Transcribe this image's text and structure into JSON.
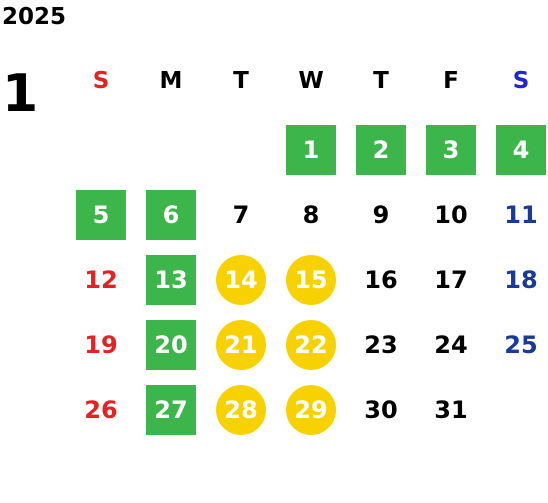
{
  "year": "2025",
  "month": "1",
  "colors": {
    "sunday": "#e52121",
    "saturday": "#1a3a9a",
    "weekday": "#000000",
    "green_highlight": "#3cb54a",
    "yellow_highlight": "#f8d200"
  },
  "weekdays": [
    {
      "label": "S",
      "color": "#e52121"
    },
    {
      "label": "M",
      "color": "#000000"
    },
    {
      "label": "T",
      "color": "#000000"
    },
    {
      "label": "W",
      "color": "#000000"
    },
    {
      "label": "T",
      "color": "#000000"
    },
    {
      "label": "F",
      "color": "#000000"
    },
    {
      "label": "S",
      "color": "#1e24d8"
    }
  ],
  "weeks": [
    [
      null,
      null,
      null,
      {
        "day": "1",
        "style": "green"
      },
      {
        "day": "2",
        "style": "green"
      },
      {
        "day": "3",
        "style": "green"
      },
      {
        "day": "4",
        "style": "green"
      }
    ],
    [
      {
        "day": "5",
        "style": "green"
      },
      {
        "day": "6",
        "style": "green"
      },
      {
        "day": "7",
        "style": "plain"
      },
      {
        "day": "8",
        "style": "plain"
      },
      {
        "day": "9",
        "style": "plain"
      },
      {
        "day": "10",
        "style": "plain"
      },
      {
        "day": "11",
        "style": "saturday"
      }
    ],
    [
      {
        "day": "12",
        "style": "sunday"
      },
      {
        "day": "13",
        "style": "green"
      },
      {
        "day": "14",
        "style": "yellow"
      },
      {
        "day": "15",
        "style": "yellow"
      },
      {
        "day": "16",
        "style": "plain"
      },
      {
        "day": "17",
        "style": "plain"
      },
      {
        "day": "18",
        "style": "saturday"
      }
    ],
    [
      {
        "day": "19",
        "style": "sunday"
      },
      {
        "day": "20",
        "style": "green"
      },
      {
        "day": "21",
        "style": "yellow"
      },
      {
        "day": "22",
        "style": "yellow"
      },
      {
        "day": "23",
        "style": "plain"
      },
      {
        "day": "24",
        "style": "plain"
      },
      {
        "day": "25",
        "style": "saturday"
      }
    ],
    [
      {
        "day": "26",
        "style": "sunday"
      },
      {
        "day": "27",
        "style": "green"
      },
      {
        "day": "28",
        "style": "yellow"
      },
      {
        "day": "29",
        "style": "yellow"
      },
      {
        "day": "30",
        "style": "plain"
      },
      {
        "day": "31",
        "style": "plain"
      },
      null
    ]
  ]
}
